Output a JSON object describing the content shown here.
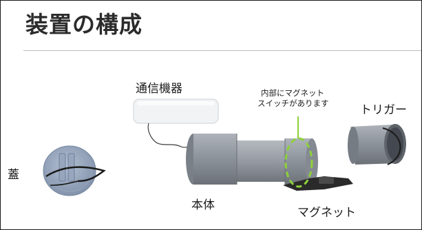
{
  "slide": {
    "title": "装置の構成"
  },
  "labels": {
    "lid": "蓋",
    "comm_device": "通信機器",
    "main_body": "本体",
    "magnet_note_line1": "内部にマグネット",
    "magnet_note_line2": "スイッチがあります",
    "trigger": "トリガー",
    "magnet": "マグネット"
  },
  "colors": {
    "part_gray": "#8f959d",
    "highlight_green": "#8ed13a"
  }
}
